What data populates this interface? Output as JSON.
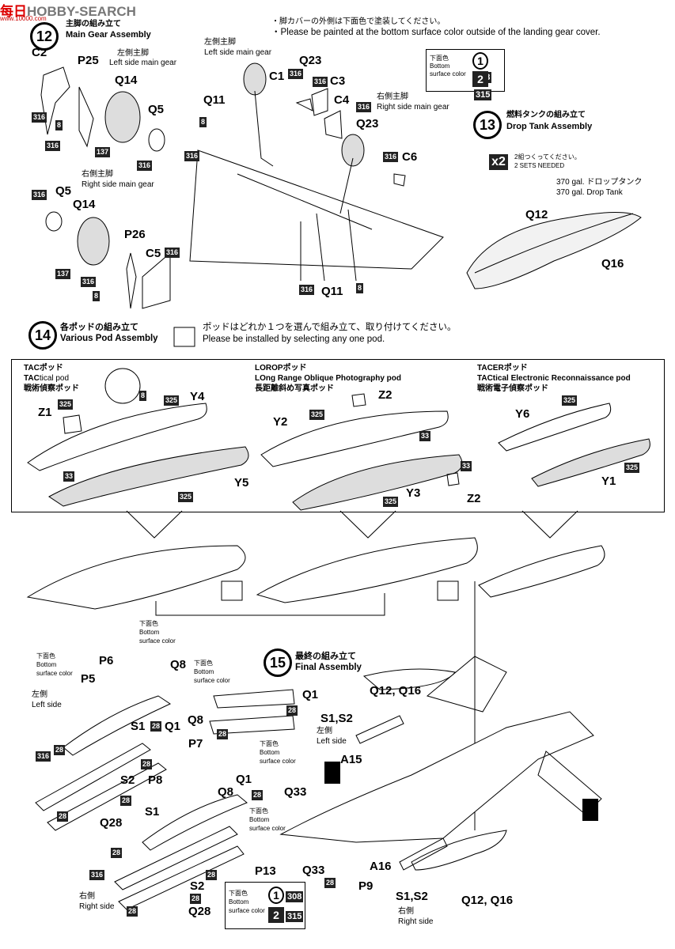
{
  "watermark": {
    "cn": "每日",
    "en": "HOBBY-SEARCH",
    "url": "www.10000.com"
  },
  "top_note": {
    "jp": "・脚カバーの外側は下面色で塗装してください。",
    "en": "・Please be painted at the bottom surface color outside of the landing gear cover."
  },
  "color_table_top": {
    "label_jp": "下面色",
    "label_en1": "Bottom",
    "label_en2": "surface color",
    "rows": [
      {
        "num": "1",
        "code": "308"
      },
      {
        "num": "2",
        "code": "315"
      }
    ]
  },
  "color_table_bottom": {
    "label_jp": "下面色",
    "label_en1": "Bottom",
    "label_en2": "surface color",
    "rows": [
      {
        "num": "1",
        "code": "308"
      },
      {
        "num": "2",
        "code": "315"
      }
    ]
  },
  "step12": {
    "num": "12",
    "title_jp": "主脚の組み立て",
    "title_en": "Main Gear Assembly"
  },
  "step13": {
    "num": "13",
    "title_jp": "燃料タンクの組み立て",
    "title_en": "Drop Tank Assembly"
  },
  "step14": {
    "num": "14",
    "title_jp": "各ポッドの組み立て",
    "title_en": "Various Pod Assembly",
    "note_jp": "ポッドはどれか１つを選んで組み立て、取り付けてください。",
    "note_en": "Please be installed by selecting any one pod."
  },
  "step15": {
    "num": "15",
    "title_jp": "最終の組み立て",
    "title_en": "Final Assembly"
  },
  "gear_left": {
    "jp": "左側主脚",
    "en": "Left side main gear"
  },
  "gear_right": {
    "jp": "右側主脚",
    "en": "Right side main gear"
  },
  "drop_tank": {
    "sets_jp": "2組つくってください。",
    "sets_en": "2 SETS NEEDED",
    "x2": "x2",
    "name_jp": "370 gal. ドロップタンク",
    "name_en": "370 gal. Drop Tank"
  },
  "pods": {
    "tac": {
      "jp": "TACポッド",
      "en1": "TAC",
      "en2": "tical pod",
      "jp2": "戦術偵察ポッド"
    },
    "lorop": {
      "jp": "LOROPポッド",
      "en": "LOng Range Oblique Photography pod",
      "jp2": "長距離斜め写真ポッド"
    },
    "tacer": {
      "jp": "TACERポッド",
      "en": "TACtical Electronic Reconnaissance pod",
      "jp2": "戦術電子偵察ポッド"
    }
  },
  "final": {
    "left_side_jp": "左側",
    "left_side_en": "Left side",
    "right_side_jp": "右側",
    "right_side_en": "Right side",
    "bottom_color_jp": "下面色",
    "bottom_color_en1": "Bottom",
    "bottom_color_en2": "surface color"
  },
  "parts": {
    "C2": "C2",
    "P25": "P25",
    "Q14": "Q14",
    "Q5": "Q5",
    "Q14b": "Q14",
    "Q5b": "Q5",
    "P26": "P26",
    "C5": "C5",
    "Q11": "Q11",
    "Q23": "Q23",
    "C1": "C1",
    "C3": "C3",
    "C4": "C4",
    "Q23b": "Q23",
    "C6": "C6",
    "Q11b": "Q11",
    "Q12": "Q12",
    "Q16": "Q16",
    "Z1": "Z1",
    "Y4": "Y4",
    "Y5": "Y5",
    "Y2": "Y2",
    "Z2": "Z2",
    "Y3": "Y3",
    "Z2b": "Z2",
    "Y6": "Y6",
    "Y1": "Y1",
    "P6": "P6",
    "Q8": "Q8",
    "P5": "P5",
    "S1": "S1",
    "Q1": "Q1",
    "Q1b": "Q1",
    "Q8b": "Q8",
    "P7": "P7",
    "S2": "S2",
    "P8": "P8",
    "Q1c": "Q1",
    "Q8c": "Q8",
    "Q28": "Q28",
    "S1b": "S1",
    "S2b": "S2",
    "Q28b": "Q28",
    "Q12Q16": "Q12, Q16",
    "S1S2": "S1,S2",
    "A15": "A15",
    "Q33": "Q33",
    "P13": "P13",
    "Q33b": "Q33",
    "P9": "P9",
    "A16": "A16",
    "S1S2b": "S1,S2",
    "Q12Q16b": "Q12, Q16"
  },
  "colors": {
    "c316": "316",
    "c137": "137",
    "c8": "8",
    "c325": "325",
    "c33": "33",
    "c28": "28"
  }
}
